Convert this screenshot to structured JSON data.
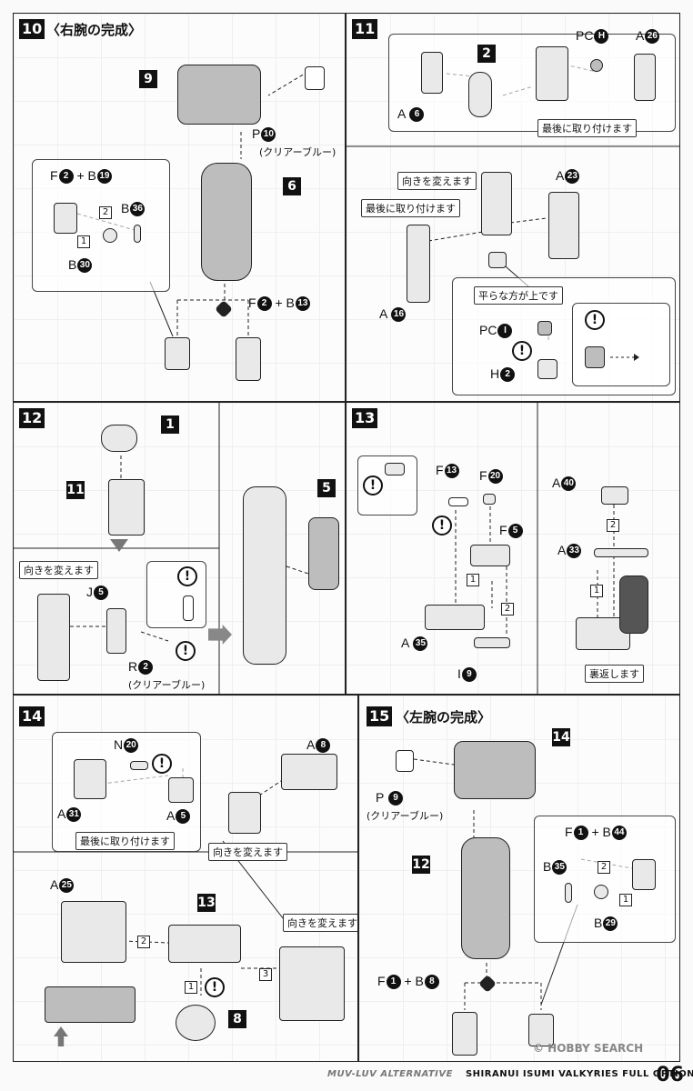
{
  "step10": {
    "no": "10",
    "title": "〈右腕の完成〉",
    "part9": "9",
    "part6": "6",
    "p10": {
      "letter": "P",
      "num": "10",
      "note": "(クリアーブルー)"
    },
    "fb_top": {
      "f": "F",
      "fnum": "2",
      "plus": "+",
      "b": "B",
      "bnum": "19"
    },
    "b36": {
      "letter": "B",
      "num": "36"
    },
    "b30": {
      "letter": "B",
      "num": "30"
    },
    "fb_bottom": {
      "f": "F",
      "fnum": "2",
      "plus": "+",
      "b": "B",
      "bnum": "13"
    },
    "order1": "1",
    "order2": "2"
  },
  "step11": {
    "no": "11",
    "part2": "2",
    "a6": {
      "letter": "A",
      "num": "6"
    },
    "pch": {
      "letter": "PC",
      "num": "H"
    },
    "a26": {
      "letter": "A",
      "num": "26"
    },
    "last_attach_1": "最後に取り付けます",
    "turn": "向きを変えます",
    "last_attach_2": "最後に取り付けます",
    "a23": {
      "letter": "A",
      "num": "23"
    },
    "a16": {
      "letter": "A",
      "num": "16"
    },
    "flat_up": "平らな方が上です",
    "pci": {
      "letter": "PC",
      "num": "I"
    },
    "h2": {
      "letter": "H",
      "num": "2"
    }
  },
  "step12": {
    "no": "12",
    "part1": "1",
    "part11": "11",
    "part5": "5",
    "turn": "向きを変えます",
    "j5": {
      "letter": "J",
      "num": "5"
    },
    "r2": {
      "letter": "R",
      "num": "2"
    },
    "note": "(クリアーブルー)"
  },
  "step13": {
    "no": "13",
    "f13": {
      "letter": "F",
      "num": "13"
    },
    "f20": {
      "letter": "F",
      "num": "20"
    },
    "f5": {
      "letter": "F",
      "num": "5"
    },
    "a35": {
      "letter": "A",
      "num": "35"
    },
    "i9": {
      "letter": "I",
      "num": "9"
    },
    "a40": {
      "letter": "A",
      "num": "40"
    },
    "a33": {
      "letter": "A",
      "num": "33"
    },
    "flip": "裏返します",
    "order1": "1",
    "order2": "2"
  },
  "step14": {
    "no": "14",
    "n20": {
      "letter": "N",
      "num": "20"
    },
    "a8": {
      "letter": "A",
      "num": "8"
    },
    "a31": {
      "letter": "A",
      "num": "31"
    },
    "a5": {
      "letter": "A",
      "num": "5"
    },
    "last_attach": "最後に取り付けます",
    "turn1": "向きを変えます",
    "a25": {
      "letter": "A",
      "num": "25"
    },
    "part13": "13",
    "part8": "8",
    "turn2": "向きを変えます",
    "order1": "1",
    "order2": "2",
    "order3": "3"
  },
  "step15": {
    "no": "15",
    "title": "〈左腕の完成〉",
    "part14": "14",
    "part12": "12",
    "p9": {
      "letter": "P",
      "num": "9",
      "note": "(クリアーブルー)"
    },
    "fb_top": {
      "f": "F",
      "fnum": "1",
      "plus": "+",
      "b": "B",
      "bnum": "44"
    },
    "b35": {
      "letter": "B",
      "num": "35"
    },
    "b29": {
      "letter": "B",
      "num": "29"
    },
    "fb_bottom": {
      "f": "F",
      "fnum": "1",
      "plus": "+",
      "b": "B",
      "bnum": "8"
    },
    "order1": "1",
    "order2": "2"
  },
  "footer": {
    "series": "MUV-LUV ALTERNATIVE",
    "product": "SHIRANUI ISUMI VALKYRIES FULL OPTION SET",
    "page": "06",
    "watermark": "© HOBBY SEARCH"
  }
}
